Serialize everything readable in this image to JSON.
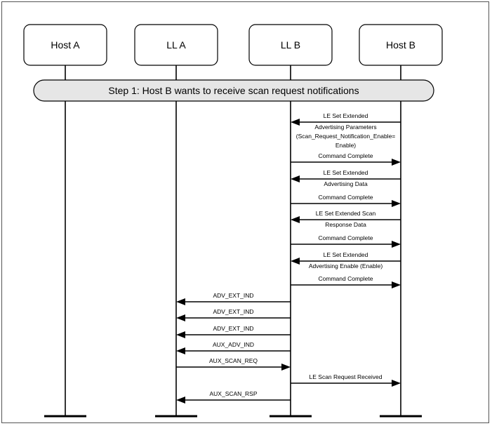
{
  "participants": [
    {
      "id": "host_a",
      "label": "Host A"
    },
    {
      "id": "ll_a",
      "label": "LL A"
    },
    {
      "id": "ll_b",
      "label": "LL B"
    },
    {
      "id": "host_b",
      "label": "Host B"
    }
  ],
  "step": {
    "label": "Step 1: Host B wants to receive scan request notifications"
  },
  "messages": [
    {
      "from": "host_b",
      "to": "ll_b",
      "lines": [
        "LE Set Extended",
        "Advertising Parameters",
        "(Scan_Request_Notification_Enable=",
        "Enable)"
      ]
    },
    {
      "from": "ll_b",
      "to": "host_b",
      "lines": [
        "Command Complete"
      ]
    },
    {
      "from": "host_b",
      "to": "ll_b",
      "lines": [
        "LE Set Extended",
        "Advertising Data"
      ]
    },
    {
      "from": "ll_b",
      "to": "host_b",
      "lines": [
        "Command Complete"
      ]
    },
    {
      "from": "host_b",
      "to": "ll_b",
      "lines": [
        "LE Set Extended Scan",
        "Response Data"
      ]
    },
    {
      "from": "ll_b",
      "to": "host_b",
      "lines": [
        "Command Complete"
      ]
    },
    {
      "from": "host_b",
      "to": "ll_b",
      "lines": [
        "LE Set Extended",
        "Advertising Enable (Enable)"
      ]
    },
    {
      "from": "ll_b",
      "to": "host_b",
      "lines": [
        "Command Complete"
      ]
    },
    {
      "from": "ll_b",
      "to": "ll_a",
      "lines": [
        "ADV_EXT_IND"
      ]
    },
    {
      "from": "ll_b",
      "to": "ll_a",
      "lines": [
        "ADV_EXT_IND"
      ]
    },
    {
      "from": "ll_b",
      "to": "ll_a",
      "lines": [
        "ADV_EXT_IND"
      ]
    },
    {
      "from": "ll_b",
      "to": "ll_a",
      "lines": [
        "AUX_ADV_IND"
      ]
    },
    {
      "from": "ll_a",
      "to": "ll_b",
      "lines": [
        "AUX_SCAN_REQ"
      ]
    },
    {
      "from": "ll_b",
      "to": "host_b",
      "lines": [
        "LE Scan Request Received"
      ]
    },
    {
      "from": "ll_b",
      "to": "ll_a",
      "lines": [
        "AUX_SCAN_RSP"
      ]
    }
  ]
}
